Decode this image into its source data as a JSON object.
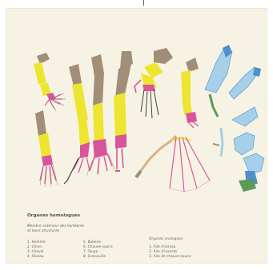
{
  "colors": {
    "background": "#f6f3e4",
    "bone_brown": "#a08e76",
    "bone_yellow": "#ede530",
    "bone_magenta": "#d9559a",
    "wing_blue": "#a6cfe9",
    "wing_blue_dark": "#4e90cb",
    "wing_green": "#5c9a58",
    "legend_text": "#6b5a4a"
  },
  "legend": {
    "title": "Organes homologues",
    "intro": [
      "Membre antérieur des Vertébrés",
      "et leurs structures"
    ],
    "col1": [
      "1. Homme",
      "2. Chien",
      "3. Cheval",
      "4. Oiseau"
    ],
    "col2": [
      "5. Baleine",
      "6. Chauve-souris",
      "7. Taupe",
      "8. Grenouille"
    ],
    "analogous_title": "Organes analogues",
    "analogous_items": [
      "1. Aile d'oiseau",
      "2. Aile d'insecte",
      "3. Aile de chauve-souris"
    ]
  }
}
